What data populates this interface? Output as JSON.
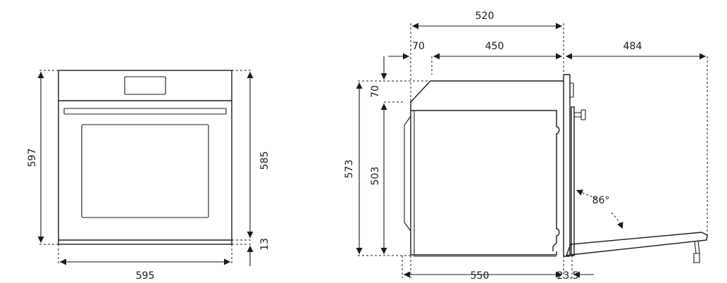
{
  "front_view": {
    "height_total": "597",
    "height_body": "585",
    "height_bottom": "13",
    "width": "595"
  },
  "side_view": {
    "depth_top": "520",
    "chamfer_depth": "70",
    "depth_upper": "450",
    "door_open_reach": "484",
    "chamfer_height": "70",
    "height_total": "573",
    "height_body": "503",
    "depth_body": "550",
    "front_panel": "23.5",
    "door_angle": "86°"
  }
}
